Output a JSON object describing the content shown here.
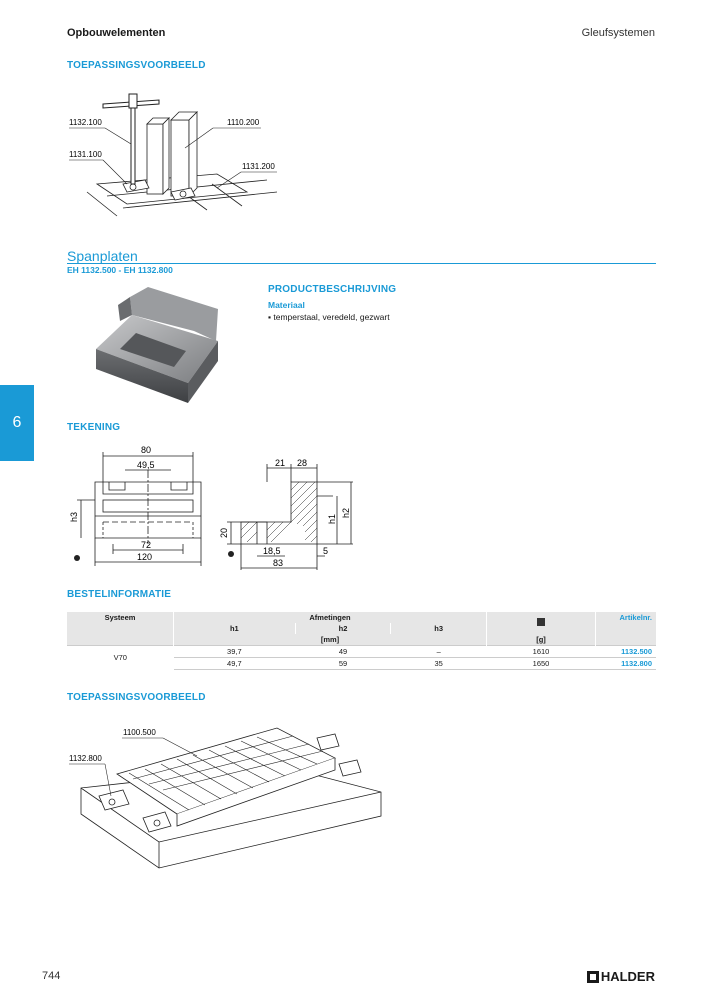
{
  "header": {
    "left": "Opbouwelementen",
    "right": "Gleufsystemen"
  },
  "side_tab": "6",
  "section1": {
    "title": "TOEPASSINGSVOORBEELD",
    "labels": [
      "1132.100",
      "1131.100",
      "1110.200",
      "1131.200"
    ]
  },
  "product": {
    "title": "Spanplaten",
    "subtitle": "EH 1132.500 - EH 1132.800"
  },
  "description": {
    "title": "PRODUCTBESCHRIJVING",
    "material_label": "Materiaal",
    "material_item": "▪ temperstaal, veredeld, gezwart"
  },
  "drawing": {
    "title": "TEKENING",
    "front_dims": [
      "80",
      "49,5",
      "72",
      "120",
      "h3"
    ],
    "side_dims": [
      "21",
      "28",
      "20",
      "h1",
      "h2",
      "18,5",
      "5",
      "83"
    ]
  },
  "order": {
    "title": "BESTELINFORMATIE",
    "col_system": "Systeem",
    "col_dimensions": "Afmetingen",
    "col_article": "Artikelnr.",
    "sub_h1": "h1",
    "sub_h2": "h2",
    "sub_h3": "h3",
    "unit_mm": "[mm]",
    "unit_g": "[g]",
    "system_value": "V70",
    "rows": [
      {
        "h1": "39,7",
        "h2": "49",
        "h3": "–",
        "weight": "1610",
        "article": "1132.500"
      },
      {
        "h1": "49,7",
        "h2": "59",
        "h3": "35",
        "weight": "1650",
        "article": "1132.800"
      }
    ]
  },
  "section2": {
    "title": "TOEPASSINGSVOORBEELD",
    "labels": [
      "1100.500",
      "1132.800"
    ]
  },
  "footer": {
    "page_number": "744",
    "brand": "HALDER"
  },
  "colors": {
    "accent": "#1a9ad6",
    "table_header": "#e6e6e6"
  }
}
